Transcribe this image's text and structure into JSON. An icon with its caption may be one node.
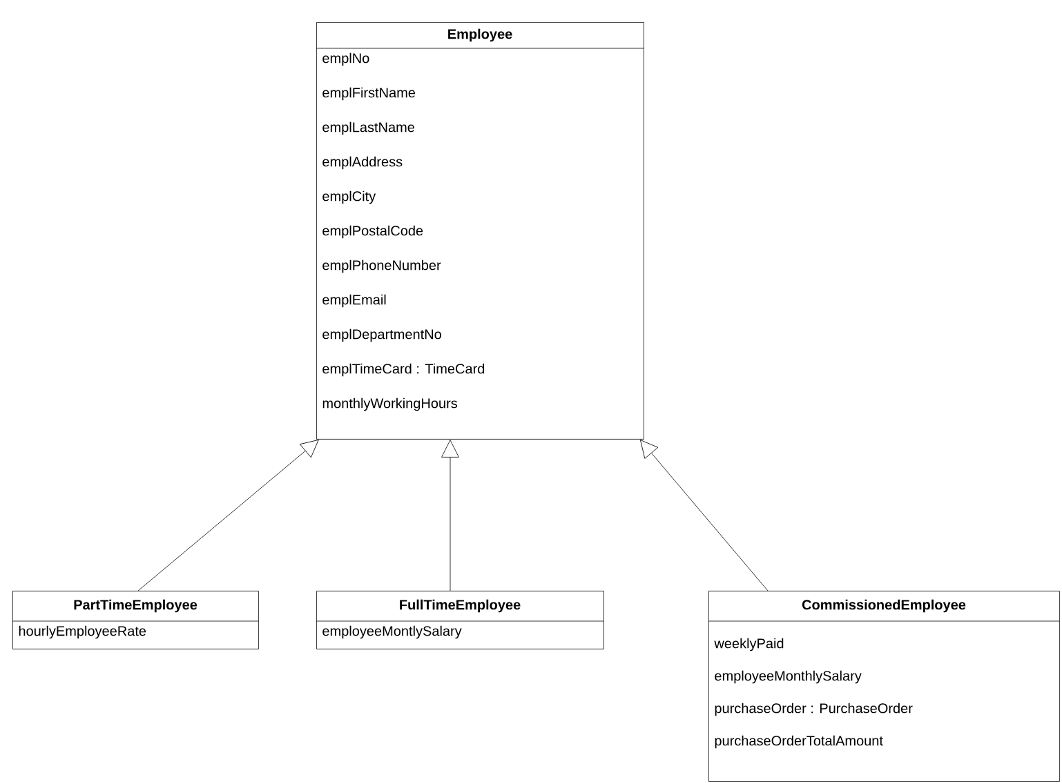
{
  "diagram": {
    "nodes": [
      {
        "text": [
          "Employee",
          "emplNo",
          "emplFirstName",
          "emplLastName",
          "emplAddress",
          "emplCity",
          "emplPostalCode",
          "emplPhoneNumber",
          "emplEmail",
          "emplDepartmentNo",
          "emplTimeCard : TimeCard",
          "monthlyWorkingHours"
        ]
      },
      {
        "text": [
          "PartTimeEmployee",
          "hourlyEmployeeRate"
        ]
      },
      {
        "text": [
          "FullTimeEmployee",
          "employeeMontlySalary"
        ]
      },
      {
        "text": [
          "CommissionedEmployee",
          "weeklyPaid",
          "employeeMonthlySalary",
          "purchaseOrder : PurchaseOrder",
          "purchaseOrderTotalAmount"
        ]
      }
    ],
    "edges": [
      {
        "from": 1,
        "to": 0,
        "arrow": "to"
      },
      {
        "from": 2,
        "to": 0,
        "arrow": "to"
      },
      {
        "from": 3,
        "to": 0,
        "arrow": "to"
      }
    ]
  }
}
